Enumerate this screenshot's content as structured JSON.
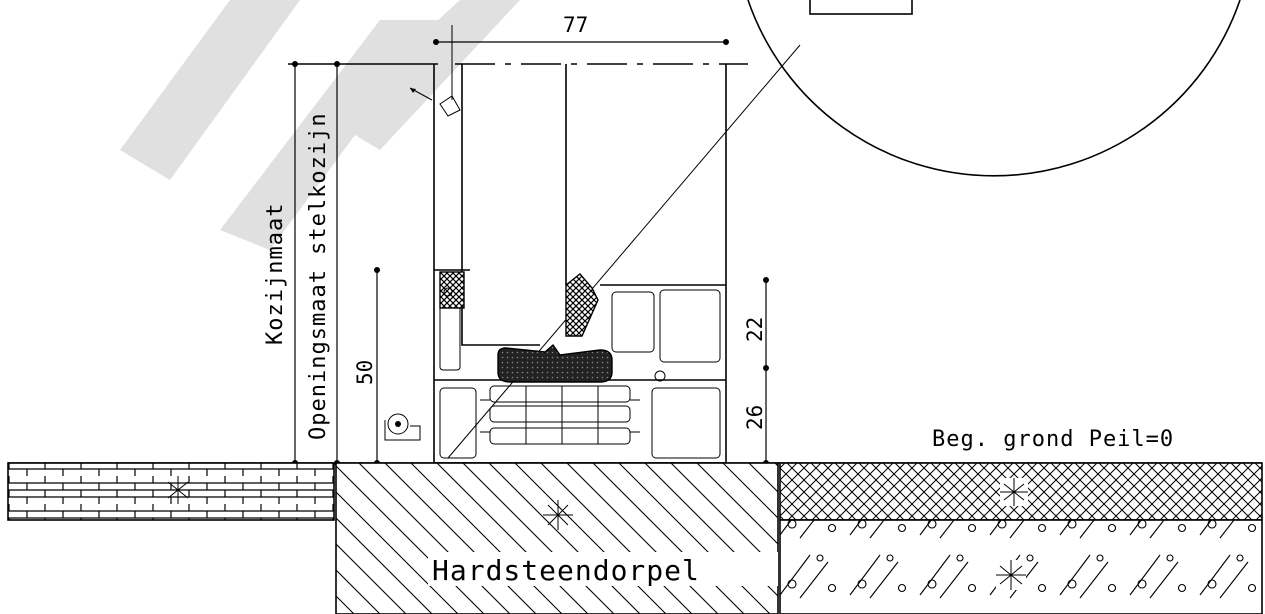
{
  "drawing": {
    "dimensions": {
      "top_width": "77",
      "height_left": "50",
      "height_upper": "22",
      "height_lower": "26"
    },
    "vertical_labels": {
      "frame_size": "Kozijnmaat",
      "opening_size": "Openingsmaat stelkozijn"
    },
    "level_label": "Beg. grond Peil=0",
    "sill_label": "Hardsteendorpel",
    "watermark_color": "#e0e0e0"
  }
}
